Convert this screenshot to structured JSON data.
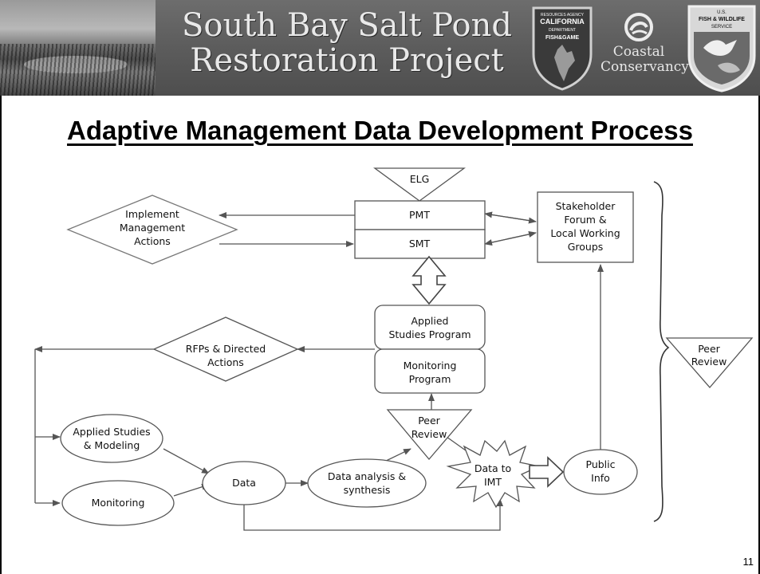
{
  "header": {
    "title_line1": "South Bay Salt Pond",
    "title_line2": "Restoration Project",
    "ca_badge_lines": [
      "RESOURCES AGENCY",
      "CALIFORNIA",
      "DEPARTMENT",
      "FISH&GAME"
    ],
    "cc_logo_line1": "Coastal",
    "cc_logo_line2": "Conservancy",
    "fws_badge_lines": [
      "U.S.",
      "FISH & WILDLIFE",
      "SERVICE"
    ]
  },
  "slide": {
    "title": "Adaptive Management Data Development Process",
    "page_number": "11"
  },
  "diagram": {
    "elg": "ELG",
    "pmt": "PMT",
    "smt": "SMT",
    "implement": [
      "Implement",
      "Management",
      "Actions"
    ],
    "stakeholder": [
      "Stakeholder",
      "Forum &",
      "Local Working",
      "Groups"
    ],
    "applied_program": [
      "Applied",
      "Studies Program"
    ],
    "monitoring_program": [
      "Monitoring",
      "Program"
    ],
    "rfps": [
      "RFPs & Directed",
      "Actions"
    ],
    "peer_review_center": [
      "Peer",
      "Review"
    ],
    "peer_review_right": [
      "Peer",
      "Review"
    ],
    "applied_modeling": [
      "Applied Studies",
      "& Modeling"
    ],
    "monitoring": "Monitoring",
    "data": "Data",
    "data_analysis": [
      "Data analysis &",
      "synthesis"
    ],
    "data_to_imt": [
      "Data to",
      "IMT"
    ],
    "public_info": [
      "Public",
      "Info"
    ]
  }
}
